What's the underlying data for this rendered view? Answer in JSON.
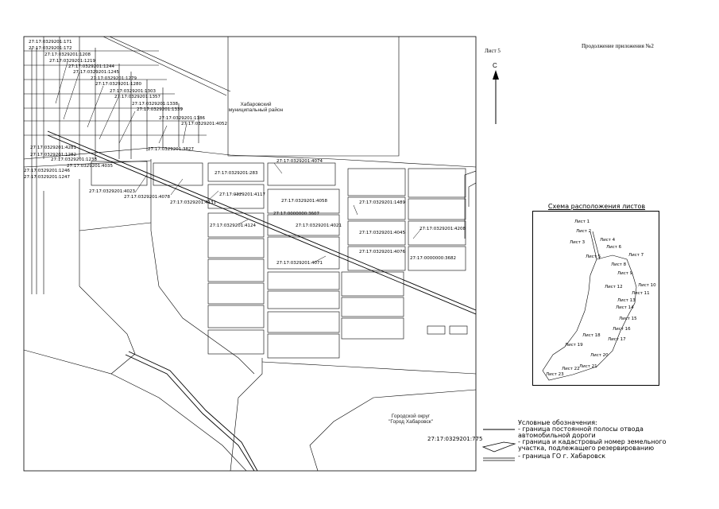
{
  "header": {
    "sheet": "Лист 5",
    "appendix": "Продолжение приложения №2"
  },
  "north_arrow": {
    "letter": "С"
  },
  "areas": {
    "district": [
      "Хабаровский",
      "муниципальный район"
    ],
    "city": [
      "Городской округ",
      "\"Город Хабаровск\""
    ]
  },
  "parcels": [
    "27:17:0329201:171",
    "27:17:0329201:172",
    "27:17:0329201:1208",
    "27:17:0329201:1219",
    "27:17:0329201:1244",
    "27:17:0329201:1245",
    "27:17:0329201:1279",
    "27:17:0329201:1280",
    "27:17:0329201:1303",
    "27:17:0329201:1357",
    "27:17:0329201:1338",
    "27:17:0329201:1339",
    "27:17:0329201:1186",
    "27:17:0329201:4052",
    "27:17:0329201:3827",
    "27:17:0329201:4281",
    "27:17:0329201:1282",
    "27:17:0329201:1238",
    "27:17:0329201:4035",
    "27:17:0329201:4074",
    "27:17:0329201:283",
    "27:17:0329201:4117",
    "27:17:0329201:4058",
    "27:17:0329201:1489",
    "27:17:0000000:3607",
    "27:17:0329201:4124",
    "27:17:0329201:4021",
    "27:17:0329201:4045",
    "27:17:0329201:4208",
    "27:17:0329201:4076",
    "27:17:0000000:3682",
    "27:17:0329201:4071",
    "27:17:0329201:4023",
    "27:17:0329201:4078",
    "27:17:0329201:4131",
    "27:17:0329201:1246",
    "27:17:0329201:1247",
    "27:17:0329201:775"
  ],
  "schema": {
    "title": "Схема расположения листов",
    "sheets": [
      "Лист 1",
      "Лист 2",
      "Лист 3",
      "Лист 4",
      "Лист 5",
      "Лист 6",
      "Лист 7",
      "Лист 8",
      "Лист 9",
      "Лист 10",
      "Лист 11",
      "Лист 12",
      "Лист 13",
      "Лист 14",
      "Лист 15",
      "Лист 16",
      "Лист 17",
      "Лист 18",
      "Лист 19",
      "Лист 20",
      "Лист 21",
      "Лист 22",
      "Лист 23"
    ]
  },
  "legend": {
    "title": "Условные обозначения:",
    "items": [
      "- граница постоянной полосы отвода",
      "автомобильной дороги",
      "- граница и кадастровый номер земельного",
      "участка, подлежащего резервированию",
      "- граница ГО г. Хабаровск"
    ],
    "sample_parcel": "27:17:0329201:775"
  }
}
